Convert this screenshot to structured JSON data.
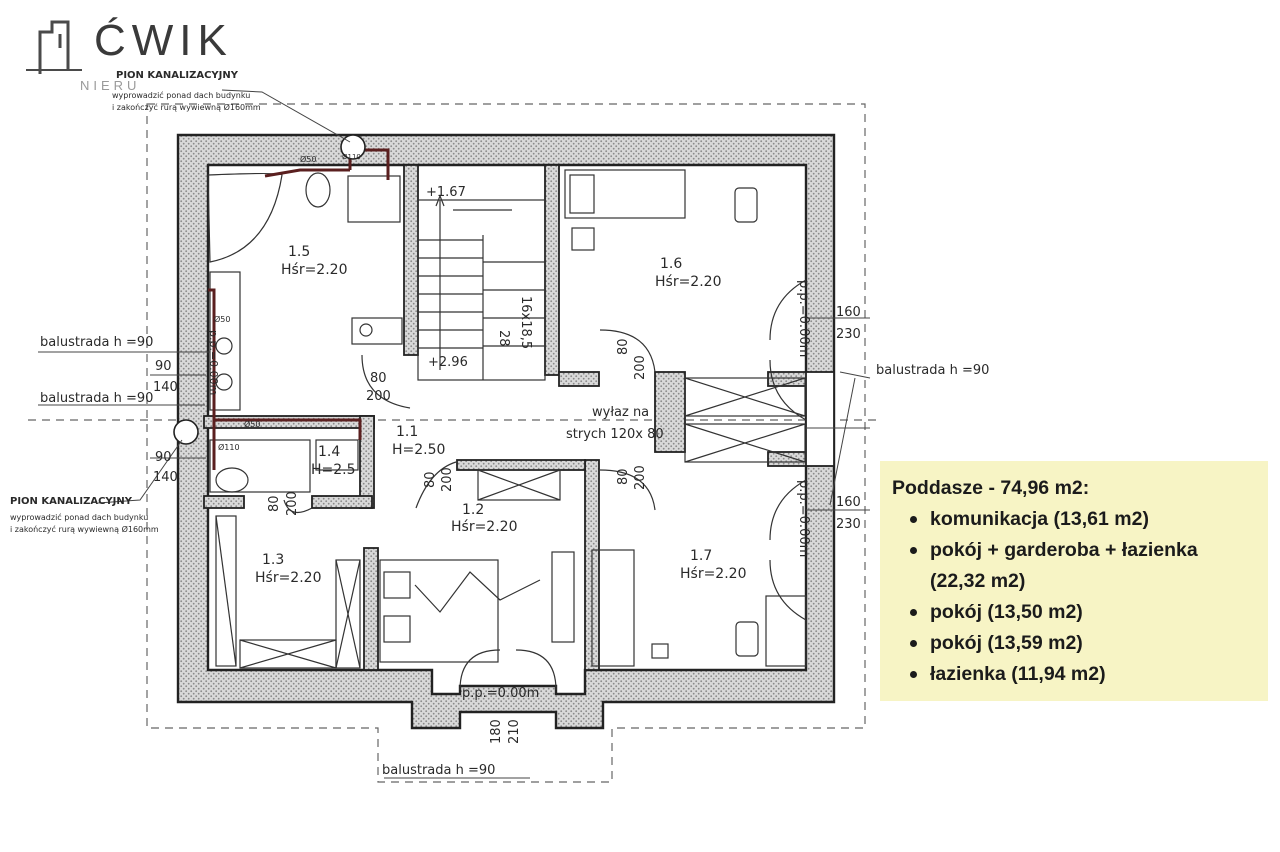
{
  "logo": {
    "name": "ĆWIK",
    "subtitle": "NIERU"
  },
  "plan": {
    "rooms": [
      {
        "id": "1.5",
        "height": "Hśr=2.20"
      },
      {
        "id": "1.6",
        "height": "Hśr=2.20"
      },
      {
        "id": "1.1",
        "height": "H=2.50"
      },
      {
        "id": "1.4",
        "height": "H=2.5"
      },
      {
        "id": "1.2",
        "height": "Hśr=2.20"
      },
      {
        "id": "1.3",
        "height": "Hśr=2.20"
      },
      {
        "id": "1.7",
        "height": "Hśr=2.20"
      }
    ],
    "pion_title": "PION KANALIZACYJNY",
    "pion_line1": "wyprowadzić ponad dach budynku",
    "pion_line2": "i zakończyć rurą wywiewną Ø160mm",
    "balustrada": "balustrada h =90",
    "exit_line1": "wyłaz na",
    "exit_line2": "strych 120x 80",
    "stairs_dim": "16x18,5",
    "stairs_28": "28",
    "level_top": "+1.67",
    "level_bottom": "+2.96",
    "pp": "p.p.=0.00m",
    "d80": "80",
    "d200": "200",
    "d90": "90",
    "d140": "140",
    "d160": "160",
    "d230": "230",
    "d210": "210",
    "d180": "180",
    "o50": "Ø50",
    "o110": "Ø110"
  },
  "summary": {
    "title": "Poddasze - 74,96 m2:",
    "items": [
      "komunikacja (13,61 m2)",
      "pokój + garderoba + łazienka (22,32 m2)",
      "pokój (13,50 m2)",
      "pokój (13,59 m2)",
      "łazienka (11,94 m2)"
    ]
  }
}
